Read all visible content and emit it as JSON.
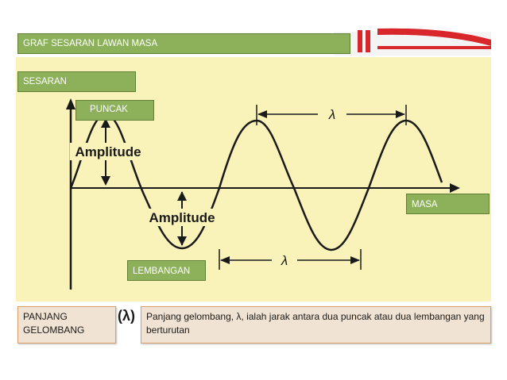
{
  "title_box": {
    "text": "GRAF SESARAN LAWAN MASA"
  },
  "labels": {
    "sesaran": "SESARAN",
    "puncak": "PUNCAK",
    "masa": "MASA",
    "lembangan": "LEMBANGAN",
    "amplitude_top": "Amplitude",
    "amplitude_bottom": "Amplitude",
    "lambda_top": "λ",
    "lambda_bottom": "λ",
    "lambda_paren": "(λ)"
  },
  "footer": {
    "term": "PANJANG GELOMBANG",
    "definition": "Panjang gelombang, λ, ialah jarak antara dua puncak atau dua lembangan yang berturutan"
  },
  "colors": {
    "panel": "#faf3b9",
    "green": "#8db15a",
    "banner_red": "#d8262b",
    "curve": "#1a1a1a"
  }
}
